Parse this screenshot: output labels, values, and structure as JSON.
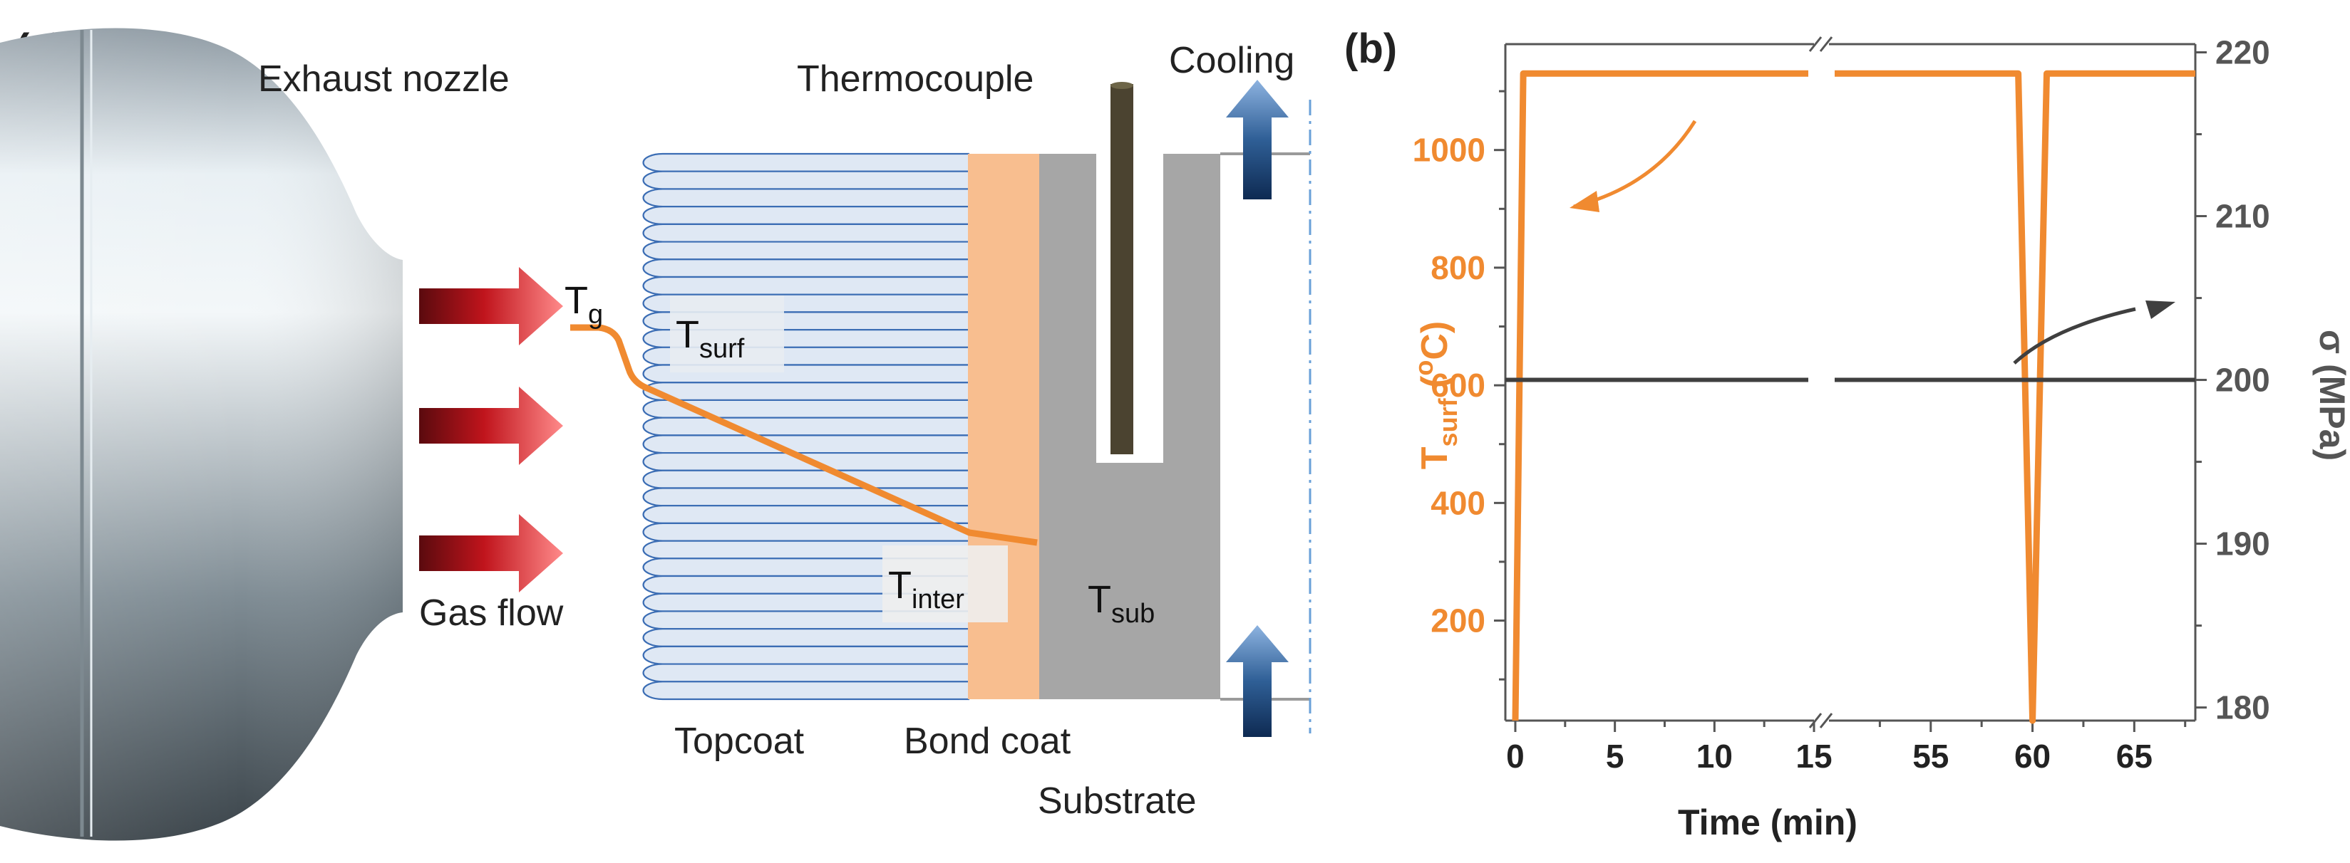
{
  "panel_a": {
    "letter": "(a)",
    "nozzle_label": "Exhaust nozzle",
    "thermocouple_label": "Thermocouple",
    "cooling_label": "Cooling",
    "gas_flow_label": "Gas flow",
    "t_g": {
      "base": "T",
      "sub": "g"
    },
    "t_surf": {
      "base": "T",
      "sub": "surf"
    },
    "t_inter": {
      "base": "T",
      "sub": "inter"
    },
    "t_sub": {
      "base": "T",
      "sub": "sub"
    },
    "topcoat_label": "Topcoat",
    "bondcoat_label": "Bond coat",
    "substrate_label": "Substrate",
    "colors": {
      "gas_arrow": "#c0141c",
      "cooling_arrow": "#2f5f96",
      "topcoat_line": "#3b6db4",
      "topcoat_fill": "#dfe8f4",
      "bondcoat": "#f8be8f",
      "substrate": "#a6a6a6",
      "thermocouple": "#4b4330",
      "temperature_line": "#f08a30",
      "nozzle": "#b9c4cc"
    }
  },
  "panel_b": {
    "letter": "(b)",
    "chart_data": {
      "type": "line",
      "xlabel": "Time (min)",
      "ylabel_left": {
        "base": "T",
        "sub": "surf",
        "rest": " (",
        "sup": "o",
        "unit": "C)"
      },
      "ylabel_right": "σ (MPa)",
      "x_axis_broken": true,
      "x_segments": [
        {
          "range": [
            -0.5,
            15
          ],
          "ticks": [
            "0",
            "5",
            "10",
            "15"
          ]
        },
        {
          "range": [
            50,
            68
          ],
          "ticks": [
            "55",
            "60",
            "65"
          ]
        }
      ],
      "y_left": {
        "range": [
          30,
          1180
        ],
        "ticks": [
          "200",
          "400",
          "600",
          "800",
          "1000"
        ]
      },
      "y_right": {
        "range": [
          179.2,
          220.5
        ],
        "ticks": [
          "180",
          "190",
          "200",
          "210",
          "220"
        ]
      },
      "series": [
        {
          "axis": "left",
          "color": "#f08a30",
          "points": [
            [
              0,
              30
            ],
            [
              0.4,
              1130
            ],
            [
              15,
              1130
            ],
            [
              50.3,
              1130
            ],
            [
              59.3,
              1130
            ],
            [
              60.0,
              30
            ],
            [
              60.7,
              1130
            ],
            [
              68,
              1130
            ]
          ]
        },
        {
          "axis": "right",
          "color": "#3f3f3f",
          "points": [
            [
              -0.5,
              200
            ],
            [
              15,
              200
            ],
            [
              50.3,
              200
            ],
            [
              68,
              200
            ]
          ]
        }
      ],
      "grid": false
    }
  }
}
